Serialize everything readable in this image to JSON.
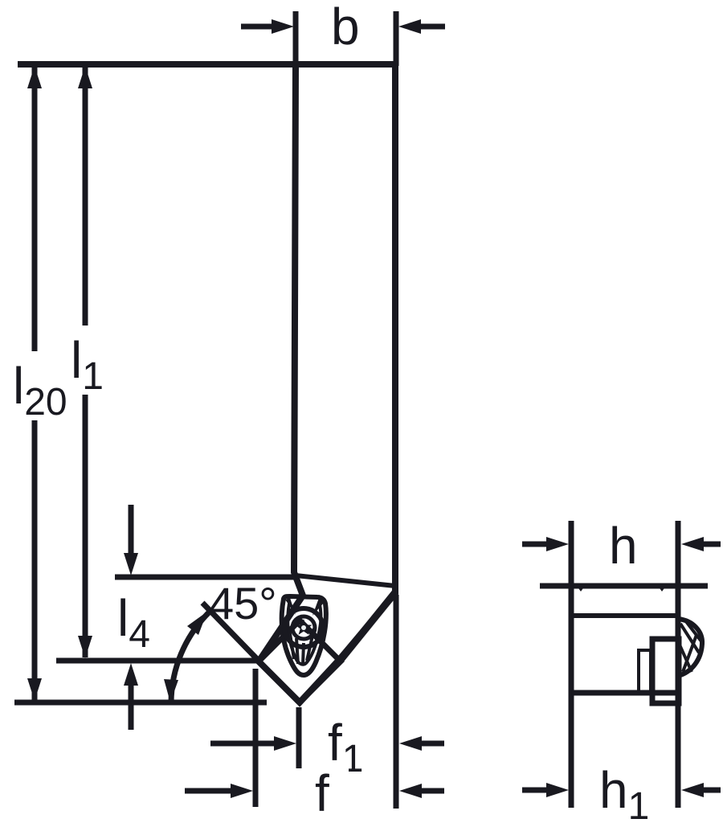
{
  "colors": {
    "background": "#ffffff",
    "line": "#191920",
    "shank_fill": "#d7dede",
    "clamp_fill": "#ecf1f1",
    "insert_fill": "#f4d172",
    "shim_fill": "#b6bec0",
    "label_box": "#ffffff"
  },
  "labels": {
    "b": {
      "main": "b"
    },
    "l1": {
      "main": "l",
      "sub": "1"
    },
    "l20": {
      "main": "l",
      "sub": "20"
    },
    "l4": {
      "main": "l",
      "sub": "4"
    },
    "angle": {
      "text": "45°"
    },
    "f1": {
      "main": "f",
      "sub": "1"
    },
    "f": {
      "main": "f"
    },
    "h": {
      "main": "h"
    },
    "h1": {
      "main": "h",
      "sub": "1"
    }
  }
}
